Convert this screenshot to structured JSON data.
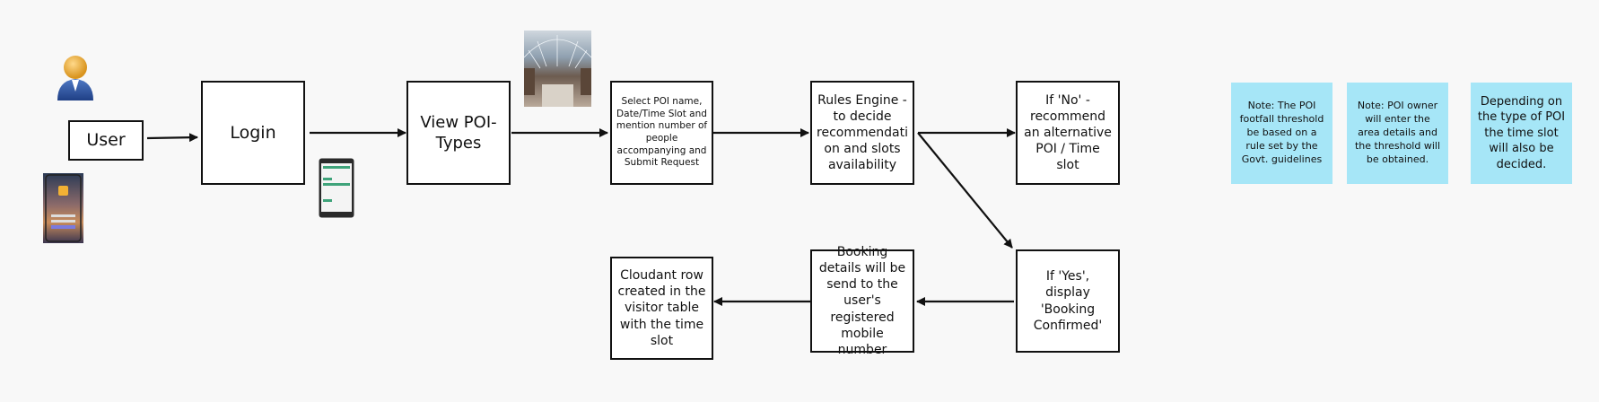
{
  "nodes": {
    "user": "User",
    "login": "Login",
    "view_poi": "View POI-Types",
    "select_poi": "Select POI name, Date/Time Slot and mention number of people accompanying and Submit Request",
    "rules_engine": "Rules Engine - to decide recommendati on and slots availability",
    "if_no": "If 'No' - recommend an alternative POI / Time slot",
    "if_yes": "If 'Yes', display 'Booking Confirmed'",
    "booking_details": "Booking details will be send to the user's registered mobile number",
    "cloudant": "Cloudant row created in the visitor table with the time slot"
  },
  "notes": {
    "note1": "Note: The POI footfall threshold be based on a rule set by the Govt. guidelines",
    "note2": "Note: POI owner will enter the area details and the threshold will be obtained.",
    "note3": "Depending on the type of POI the time slot will also be decided."
  },
  "images": {
    "user_icon": "user-avatar-icon",
    "phone_app": "mobile-app-screenshot",
    "phone_form": "mobile-form-icon",
    "mall_photo": "shopping-mall-photo"
  },
  "colors": {
    "note_bg": "#a6e6f7",
    "box_border": "#111111",
    "background": "#f8f8f8"
  }
}
